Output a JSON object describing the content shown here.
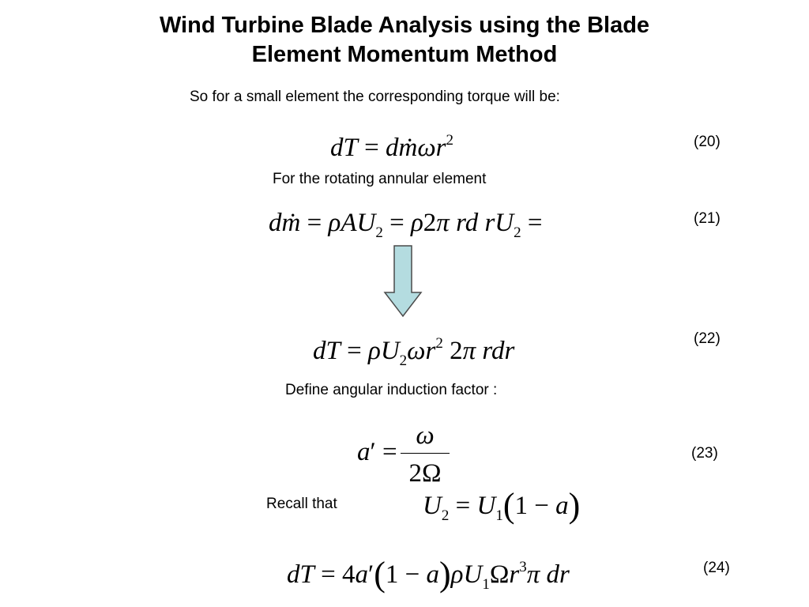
{
  "slide": {
    "title_line1": "Wind Turbine Blade Analysis using the Blade",
    "title_line2": "Element Momentum Method",
    "intro_text": "So for a small element the corresponding torque will be:",
    "annular_text": "For the rotating annular element",
    "define_text": "Define angular induction factor :",
    "recall_text": "Recall that",
    "equations": {
      "eq20_number": "(20)",
      "eq21_number": "(21)",
      "eq22_number": "(22)",
      "eq23_number": "(23)",
      "eq24_number": "(24)"
    },
    "arrow_color": "#b4dce0"
  }
}
